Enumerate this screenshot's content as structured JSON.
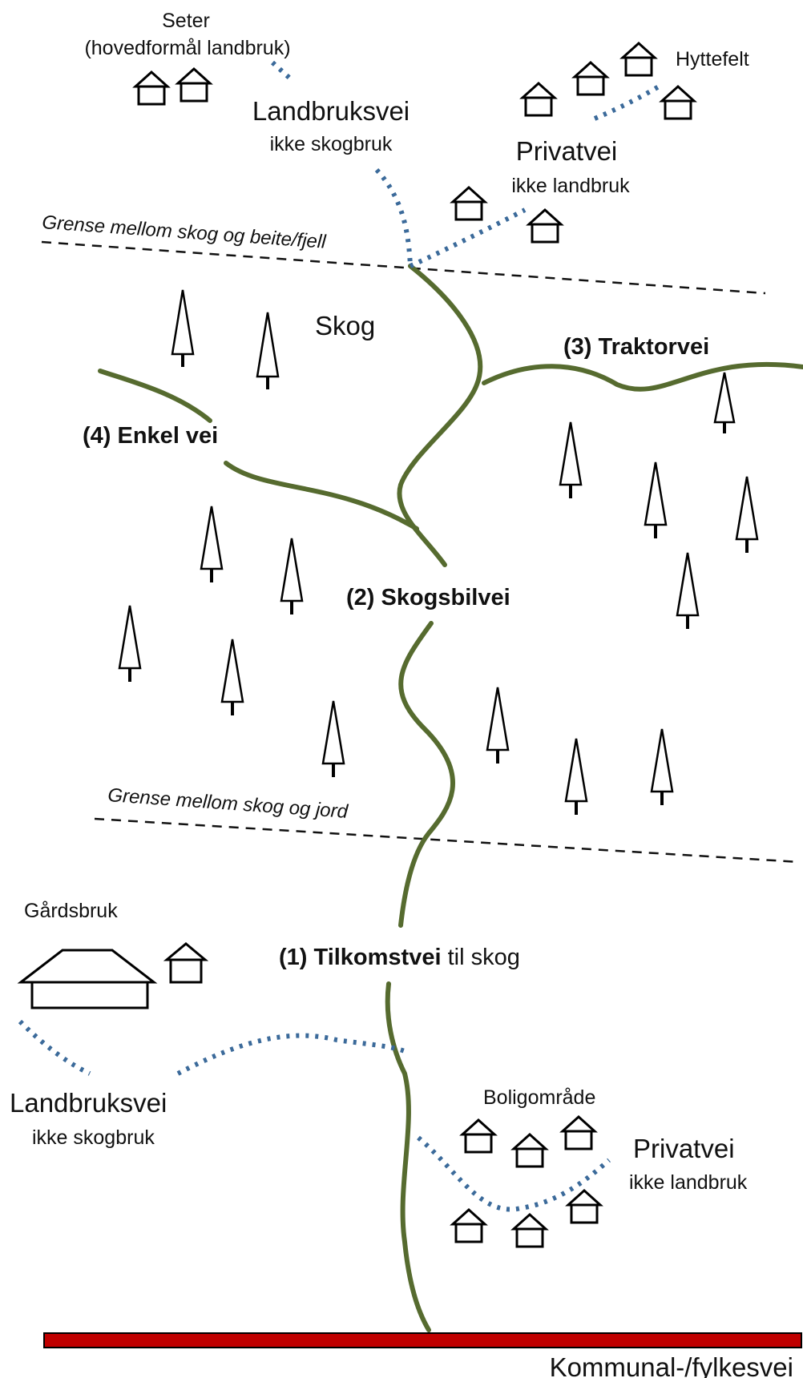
{
  "labels": {
    "seter": "Seter",
    "seter_sub": "(hovedformål landbruk)",
    "hyttefelt": "Hyttefelt",
    "landbruksvei_top": "Landbruksvei",
    "landbruksvei_top_sub": "ikke skogbruk",
    "privatvei_top": "Privatvei",
    "privatvei_top_sub": "ikke landbruk",
    "grense_fjell": "Grense mellom skog og beite/fjell",
    "skog": "Skog",
    "traktorvei": "(3) Traktorvei",
    "enkel_vei": "(4) Enkel vei",
    "skogsbilvei": "(2) Skogsbilvei",
    "grense_jord": "Grense mellom skog og jord",
    "gardsbruk": "Gårdsbruk",
    "tilkomstvei_bold": "(1) Tilkomstvei",
    "tilkomstvei_rest": " til skog",
    "landbruksvei_bottom": "Landbruksvei",
    "landbruksvei_bottom_sub": "ikke skogbruk",
    "boligomrade": "Boligområde",
    "privatvei_bottom": "Privatvei",
    "privatvei_bottom_sub": "ikke landbruk",
    "kommunal": "Kommunal-/fylkesvei"
  },
  "colors": {
    "forest_road": "#566b2f",
    "private_road": "#3b6a9a",
    "public_road": "#c00000"
  }
}
